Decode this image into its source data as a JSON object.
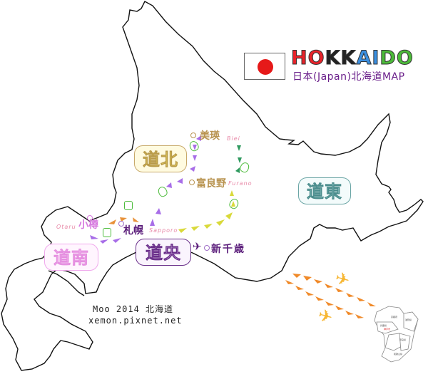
{
  "title": {
    "letters": [
      {
        "ch": "H",
        "color": "#e8232a"
      },
      {
        "ch": "O",
        "color": "#e8232a"
      },
      {
        "ch": "K",
        "color": "#222222"
      },
      {
        "ch": "K",
        "color": "#222222"
      },
      {
        "ch": "A",
        "color": "#3b8fe0"
      },
      {
        "ch": "I",
        "color": "#3b8fe0"
      },
      {
        "ch": "D",
        "color": "#4cbb3a"
      },
      {
        "ch": "O",
        "color": "#4cbb3a"
      }
    ],
    "subtitle": "日本(Japan)北海道MAP"
  },
  "flag": {
    "name": "Japan",
    "sun_color": "#e61919"
  },
  "regions": [
    {
      "label": "道北",
      "fill": "#fff79a",
      "border": "#c8a96a"
    },
    {
      "label": "道東",
      "fill": "#bfeeee",
      "border": "#6aa5a5"
    },
    {
      "label": "道央",
      "fill": "#e2c6f0",
      "border": "#6a2f8a"
    },
    {
      "label": "道南",
      "fill": "#ffd5f8",
      "border": "#f0a8ec"
    }
  ],
  "cities": [
    {
      "name": "美瑛",
      "roman": "Biei",
      "color": "#b8934f"
    },
    {
      "name": "富良野",
      "roman": "Furano",
      "color": "#b8934f"
    },
    {
      "name": "札幌",
      "roman": "Sapporo",
      "color": "#5a1c7a"
    },
    {
      "name": "小樽",
      "roman": "Otaru",
      "color": "#d77adf"
    },
    {
      "name": "新千歳",
      "roman": "",
      "color": "#5a1c7a"
    }
  ],
  "route_colors": {
    "sapporo_biei": "#a86ee8",
    "biei_furano": "#2f9a5f",
    "sapporo_furano": "#d9d93a",
    "otaru_sapporo": "#e8923a",
    "otaru_south": "#a86ee8",
    "flights": "#f08a2a"
  },
  "icons": {
    "car": "green-car-icon",
    "train": "green-train-icon",
    "airport": "airplane-icon",
    "flight": "yellow-airplane-icon"
  },
  "credit": {
    "line1": "Moo 2014 北海道",
    "line2": "xemon.pixnet.net"
  }
}
